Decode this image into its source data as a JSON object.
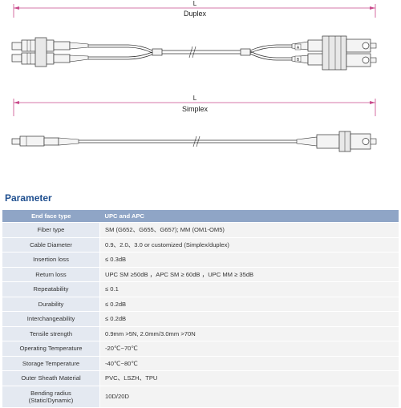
{
  "diagram": {
    "dimension_symbol": "L",
    "duplex_label": "Duplex",
    "simplex_label": "Simplex",
    "polarity_marks": [
      "A",
      "B"
    ],
    "colors": {
      "line": "#c94a8b",
      "cable": "#333333",
      "connector_fill": "#f4f4f4"
    }
  },
  "parameter": {
    "title": "Parameter",
    "header": {
      "key": "End face type",
      "value": "UPC and APC"
    },
    "rows": [
      {
        "key": "Fiber type",
        "value": "SM (G652、G655、G657); MM (OM1-OM5)"
      },
      {
        "key": "Cable Diameter",
        "value": "0.9、2.0、3.0 or customized (Simplex/duplex)"
      },
      {
        "key": "Insertion loss",
        "value": "≤ 0.3dB"
      },
      {
        "key": "Return loss",
        "value": "UPC SM ≥50dB ，APC SM ≥ 60dB ，UPC MM ≥ 35dB"
      },
      {
        "key": "Repeatability",
        "value": "≤ 0.1"
      },
      {
        "key": "Durability",
        "value": "≤ 0.2dB"
      },
      {
        "key": "Interchangeability",
        "value": "≤ 0.2dB"
      },
      {
        "key": "Tensile strength",
        "value": "0.9mm >5N, 2.0mm/3.0mm >70N"
      },
      {
        "key": "Operating Temperature",
        "value": "-20℃~70℃"
      },
      {
        "key": "Storage Temperature",
        "value": "-40℃~80℃"
      },
      {
        "key": "Outer Sheath Material",
        "value": "PVC、LSZH、TPU"
      }
    ],
    "last_row": {
      "key_line1": "Bending radius",
      "key_line2": "(Static/Dynamic)",
      "value": "10D/20D"
    },
    "colors": {
      "header_bg": "#8fa5c6",
      "key_bg": "#e4e9f1",
      "value_bg": "#f3f3f3",
      "title": "#1f4f8f"
    }
  }
}
